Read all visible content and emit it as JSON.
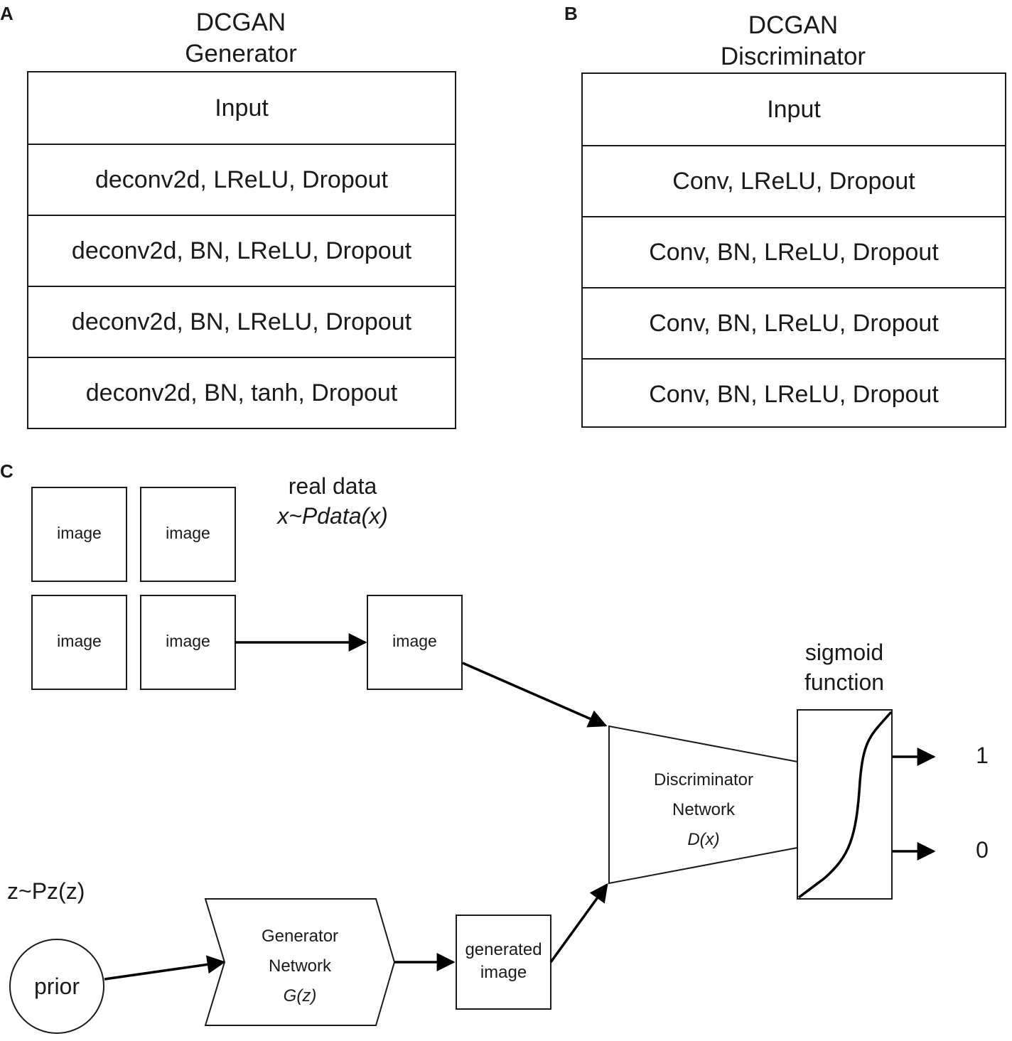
{
  "panels": {
    "a": {
      "label": "A",
      "title_line1": "DCGAN",
      "title_line2": "Generator",
      "rows": [
        "Input",
        "deconv2d, LReLU, Dropout",
        "deconv2d, BN, LReLU, Dropout",
        "deconv2d, BN, LReLU, Dropout",
        "deconv2d, BN, tanh, Dropout"
      ]
    },
    "b": {
      "label": "B",
      "title_line1": "DCGAN",
      "title_line2": "Discriminator",
      "rows": [
        "Input",
        "Conv, LReLU, Dropout",
        "Conv, BN, LReLU, Dropout",
        "Conv, BN, LReLU, Dropout",
        "Conv, BN, LReLU, Dropout"
      ]
    },
    "c": {
      "label": "C",
      "real_data_line1": "real data",
      "real_data_line2": "x~Pdata(x)",
      "image_label": "image",
      "selected_image_label": "image",
      "prior_dist": "z~Pz(z)",
      "prior": "prior",
      "generator_line1": "Generator",
      "generator_line2": "Network",
      "generator_line3": "G(z)",
      "generated_line1": "generated",
      "generated_line2": "image",
      "discriminator_line1": "Discriminator",
      "discriminator_line2": "Network",
      "discriminator_line3": "D(x)",
      "sigmoid_line1": "sigmoid",
      "sigmoid_line2": "function",
      "output_1": "1",
      "output_0": "0"
    }
  }
}
